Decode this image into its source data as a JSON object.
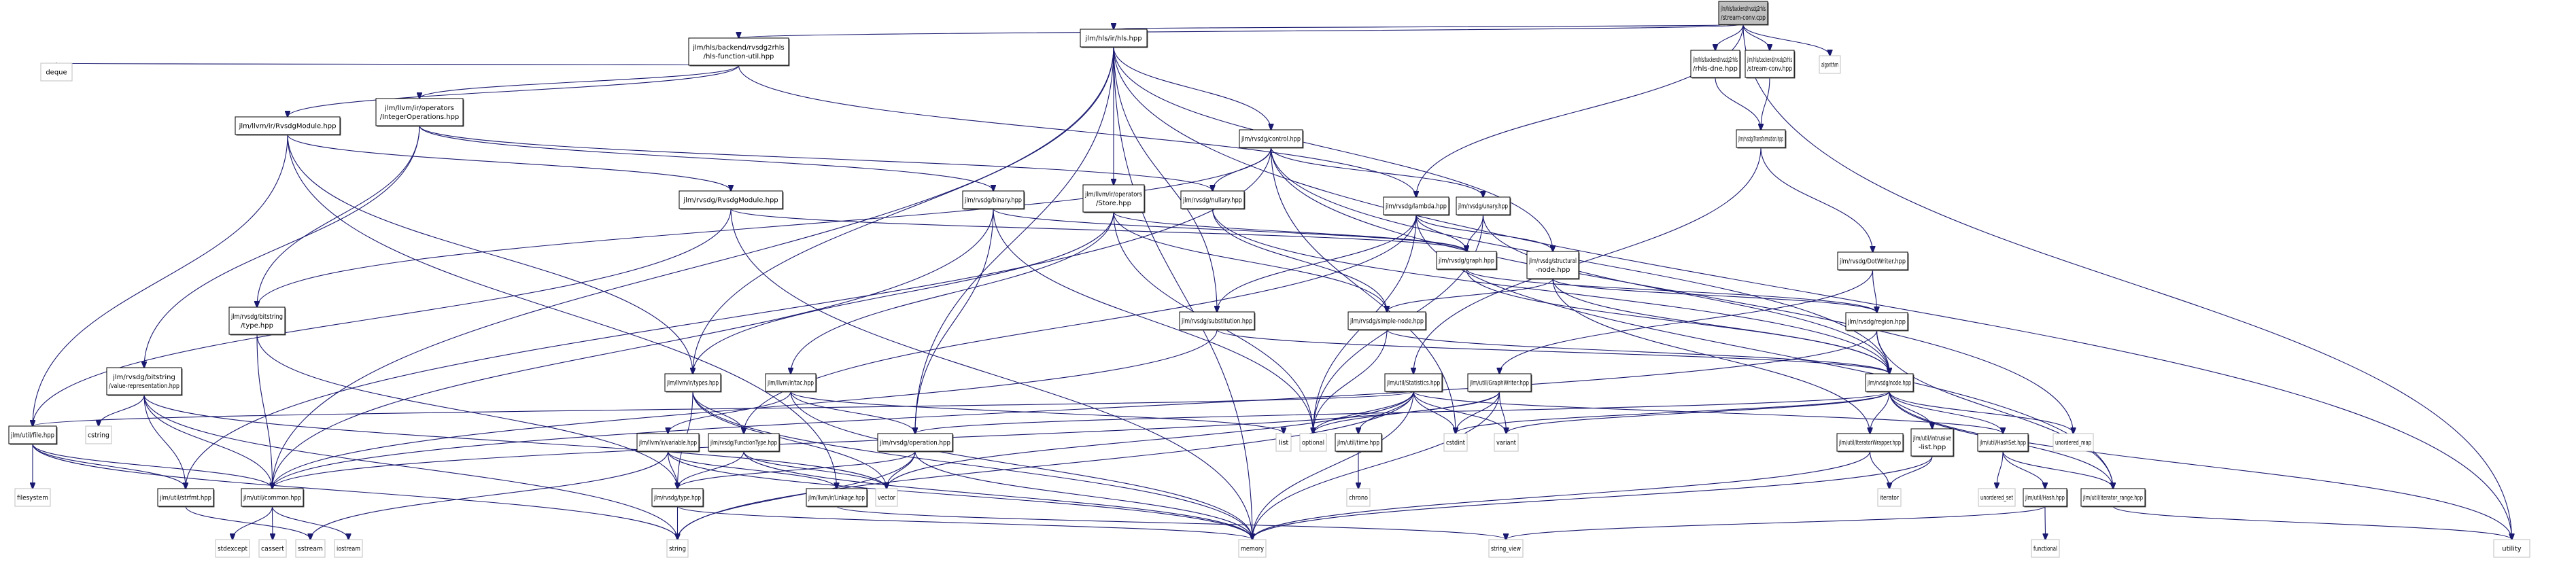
{
  "title": "jlm/hls/backend/rvsdg2rhls/stream-conv.cpp include dependency graph",
  "colors": {
    "edge": "#191970",
    "root_fill": "#bfbfbf",
    "node_border": "#000000",
    "external_border": "#bfbfbf"
  },
  "nodes": [
    {
      "id": "root",
      "kind": "root",
      "lines": [
        "jlm/hls/backend/rvsdg2rhls",
        "/stream-conv.cpp"
      ]
    },
    {
      "id": "hls_function_util",
      "kind": "local",
      "lines": [
        "jlm/hls/backend/rvsdg2rhls",
        "/hls-function-util.hpp"
      ]
    },
    {
      "id": "hls",
      "kind": "local",
      "lines": [
        "jlm/hls/ir/hls.hpp"
      ]
    },
    {
      "id": "rhls_dne",
      "kind": "local",
      "lines": [
        "jlm/hls/backend/rvsdg2rhls",
        "/rhls-dne.hpp"
      ]
    },
    {
      "id": "stream_conv_hpp",
      "kind": "local",
      "lines": [
        "jlm/hls/backend/rvsdg2rhls",
        "/stream-conv.hpp"
      ]
    },
    {
      "id": "algorithm",
      "kind": "external",
      "lines": [
        "algorithm"
      ]
    },
    {
      "id": "deque",
      "kind": "external",
      "lines": [
        "deque"
      ]
    },
    {
      "id": "llvm_rvsdgmodule",
      "kind": "local",
      "lines": [
        "jlm/llvm/ir/RvsdgModule.hpp"
      ]
    },
    {
      "id": "integer_ops",
      "kind": "local",
      "lines": [
        "jlm/llvm/ir/operators",
        "/IntegerOperations.hpp"
      ]
    },
    {
      "id": "control",
      "kind": "local",
      "lines": [
        "jlm/rvsdg/control.hpp"
      ]
    },
    {
      "id": "transformation",
      "kind": "local",
      "lines": [
        "jlm/rvsdg/Transformation.hpp"
      ]
    },
    {
      "id": "rvsdgmodule",
      "kind": "local",
      "lines": [
        "jlm/rvsdg/RvsdgModule.hpp"
      ]
    },
    {
      "id": "binary",
      "kind": "local",
      "lines": [
        "jlm/rvsdg/binary.hpp"
      ]
    },
    {
      "id": "store",
      "kind": "local",
      "lines": [
        "jlm/llvm/ir/operators",
        "/Store.hpp"
      ]
    },
    {
      "id": "nullary",
      "kind": "local",
      "lines": [
        "jlm/rvsdg/nullary.hpp"
      ]
    },
    {
      "id": "lambda",
      "kind": "local",
      "lines": [
        "jlm/rvsdg/lambda.hpp"
      ]
    },
    {
      "id": "unary",
      "kind": "local",
      "lines": [
        "jlm/rvsdg/unary.hpp"
      ]
    },
    {
      "id": "graph",
      "kind": "local",
      "lines": [
        "jlm/rvsdg/graph.hpp"
      ]
    },
    {
      "id": "structural_node",
      "kind": "local",
      "lines": [
        "jlm/rvsdg/structural",
        "-node.hpp"
      ]
    },
    {
      "id": "dotwriter",
      "kind": "local",
      "lines": [
        "jlm/rvsdg/DotWriter.hpp"
      ]
    },
    {
      "id": "bitstring_type",
      "kind": "local",
      "lines": [
        "jlm/rvsdg/bitstring",
        "/type.hpp"
      ]
    },
    {
      "id": "substitution",
      "kind": "local",
      "lines": [
        "jlm/rvsdg/substitution.hpp"
      ]
    },
    {
      "id": "simple_node",
      "kind": "local",
      "lines": [
        "jlm/rvsdg/simple-node.hpp"
      ]
    },
    {
      "id": "region",
      "kind": "local",
      "lines": [
        "jlm/rvsdg/region.hpp"
      ]
    },
    {
      "id": "value_repr",
      "kind": "local",
      "lines": [
        "jlm/rvsdg/bitstring",
        "/value-representation.hpp"
      ]
    },
    {
      "id": "llvm_types",
      "kind": "local",
      "lines": [
        "jlm/llvm/ir/types.hpp"
      ]
    },
    {
      "id": "tac",
      "kind": "local",
      "lines": [
        "jlm/llvm/ir/tac.hpp"
      ]
    },
    {
      "id": "statistics",
      "kind": "local",
      "lines": [
        "jlm/util/Statistics.hpp"
      ]
    },
    {
      "id": "graphwriter",
      "kind": "local",
      "lines": [
        "jlm/util/GraphWriter.hpp"
      ]
    },
    {
      "id": "node",
      "kind": "local",
      "lines": [
        "jlm/rvsdg/node.hpp"
      ]
    },
    {
      "id": "file",
      "kind": "local",
      "lines": [
        "jlm/util/file.hpp"
      ]
    },
    {
      "id": "cstring",
      "kind": "external",
      "lines": [
        "cstring"
      ]
    },
    {
      "id": "variable",
      "kind": "local",
      "lines": [
        "jlm/llvm/ir/variable.hpp"
      ]
    },
    {
      "id": "functiontype",
      "kind": "local",
      "lines": [
        "jlm/rvsdg/FunctionType.hpp"
      ]
    },
    {
      "id": "operation",
      "kind": "local",
      "lines": [
        "jlm/rvsdg/operation.hpp"
      ]
    },
    {
      "id": "list",
      "kind": "external",
      "lines": [
        "list"
      ]
    },
    {
      "id": "optional",
      "kind": "external",
      "lines": [
        "optional"
      ]
    },
    {
      "id": "time",
      "kind": "local",
      "lines": [
        "jlm/util/time.hpp"
      ]
    },
    {
      "id": "cstdint",
      "kind": "external",
      "lines": [
        "cstdint"
      ]
    },
    {
      "id": "variant",
      "kind": "external",
      "lines": [
        "variant"
      ]
    },
    {
      "id": "iteratorwrapper",
      "kind": "local",
      "lines": [
        "jlm/util/IteratorWrapper.hpp"
      ]
    },
    {
      "id": "intrusive_list",
      "kind": "local",
      "lines": [
        "jlm/util/intrusive",
        "-list.hpp"
      ]
    },
    {
      "id": "hashset",
      "kind": "local",
      "lines": [
        "jlm/util/HashSet.hpp"
      ]
    },
    {
      "id": "unordered_map",
      "kind": "external",
      "lines": [
        "unordered_map"
      ]
    },
    {
      "id": "filesystem",
      "kind": "external",
      "lines": [
        "filesystem"
      ]
    },
    {
      "id": "strfmt",
      "kind": "local",
      "lines": [
        "jlm/util/strfmt.hpp"
      ]
    },
    {
      "id": "common",
      "kind": "local",
      "lines": [
        "jlm/util/common.hpp"
      ]
    },
    {
      "id": "rvsdg_type",
      "kind": "local",
      "lines": [
        "jlm/rvsdg/type.hpp"
      ]
    },
    {
      "id": "linkage",
      "kind": "local",
      "lines": [
        "jlm/llvm/ir/Linkage.hpp"
      ]
    },
    {
      "id": "vector",
      "kind": "external",
      "lines": [
        "vector"
      ]
    },
    {
      "id": "chrono",
      "kind": "external",
      "lines": [
        "chrono"
      ]
    },
    {
      "id": "iterator",
      "kind": "external",
      "lines": [
        "iterator"
      ]
    },
    {
      "id": "unordered_set",
      "kind": "external",
      "lines": [
        "unordered_set"
      ]
    },
    {
      "id": "hash",
      "kind": "local",
      "lines": [
        "jlm/util/Hash.hpp"
      ]
    },
    {
      "id": "iterator_range",
      "kind": "local",
      "lines": [
        "jlm/util/iterator_range.hpp"
      ]
    },
    {
      "id": "stdexcept",
      "kind": "external",
      "lines": [
        "stdexcept"
      ]
    },
    {
      "id": "cassert",
      "kind": "external",
      "lines": [
        "cassert"
      ]
    },
    {
      "id": "sstream",
      "kind": "external",
      "lines": [
        "sstream"
      ]
    },
    {
      "id": "iostream",
      "kind": "external",
      "lines": [
        "iostream"
      ]
    },
    {
      "id": "string",
      "kind": "external",
      "lines": [
        "string"
      ]
    },
    {
      "id": "memory",
      "kind": "external",
      "lines": [
        "memory"
      ]
    },
    {
      "id": "string_view",
      "kind": "external",
      "lines": [
        "string_view"
      ]
    },
    {
      "id": "functional",
      "kind": "external",
      "lines": [
        "functional"
      ]
    },
    {
      "id": "utility",
      "kind": "external",
      "lines": [
        "utility"
      ]
    }
  ],
  "edges": [
    [
      "root",
      "hls_function_util"
    ],
    [
      "root",
      "hls"
    ],
    [
      "root",
      "rhls_dne"
    ],
    [
      "root",
      "stream_conv_hpp"
    ],
    [
      "root",
      "algorithm"
    ],
    [
      "root",
      "lambda"
    ],
    [
      "root",
      "utility"
    ],
    [
      "hls_function_util",
      "deque"
    ],
    [
      "hls_function_util",
      "llvm_rvsdgmodule"
    ],
    [
      "hls_function_util",
      "integer_ops"
    ],
    [
      "hls_function_util",
      "lambda"
    ],
    [
      "rhls_dne",
      "transformation"
    ],
    [
      "stream_conv_hpp",
      "transformation"
    ],
    [
      "hls",
      "control"
    ],
    [
      "hls",
      "store"
    ],
    [
      "hls",
      "structural_node"
    ],
    [
      "hls",
      "llvm_types"
    ],
    [
      "hls",
      "substitution"
    ],
    [
      "hls",
      "operation"
    ],
    [
      "hls",
      "common"
    ],
    [
      "hls",
      "memory"
    ],
    [
      "hls",
      "utility"
    ],
    [
      "llvm_rvsdgmodule",
      "rvsdgmodule"
    ],
    [
      "llvm_rvsdgmodule",
      "file"
    ],
    [
      "llvm_rvsdgmodule",
      "llvm_types"
    ],
    [
      "llvm_rvsdgmodule",
      "linkage"
    ],
    [
      "integer_ops",
      "binary"
    ],
    [
      "integer_ops",
      "nullary"
    ],
    [
      "integer_ops",
      "bitstring_type"
    ],
    [
      "integer_ops",
      "value_repr"
    ],
    [
      "control",
      "nullary"
    ],
    [
      "control",
      "unary"
    ],
    [
      "control",
      "bitstring_type"
    ],
    [
      "control",
      "node"
    ],
    [
      "control",
      "cstdint"
    ],
    [
      "control",
      "strfmt"
    ],
    [
      "control",
      "unordered_map"
    ],
    [
      "transformation",
      "dotwriter"
    ],
    [
      "transformation",
      "statistics"
    ],
    [
      "rvsdgmodule",
      "graph"
    ],
    [
      "rvsdgmodule",
      "file"
    ],
    [
      "rvsdgmodule",
      "memory"
    ],
    [
      "binary",
      "graph"
    ],
    [
      "binary",
      "operation"
    ],
    [
      "binary",
      "optional"
    ],
    [
      "binary",
      "common"
    ],
    [
      "store",
      "llvm_types"
    ],
    [
      "store",
      "tac"
    ],
    [
      "store",
      "simple_node"
    ],
    [
      "store",
      "optional"
    ],
    [
      "store",
      "graph"
    ],
    [
      "nullary",
      "simple_node"
    ],
    [
      "nullary",
      "node"
    ],
    [
      "lambda",
      "graph"
    ],
    [
      "lambda",
      "structural_node"
    ],
    [
      "lambda",
      "substitution"
    ],
    [
      "lambda",
      "functiontype"
    ],
    [
      "lambda",
      "optional"
    ],
    [
      "lambda",
      "iterator_range"
    ],
    [
      "unary",
      "graph"
    ],
    [
      "unary",
      "node"
    ],
    [
      "unary",
      "optional"
    ],
    [
      "graph",
      "region"
    ],
    [
      "graph",
      "node"
    ],
    [
      "structural_node",
      "region"
    ],
    [
      "structural_node",
      "node"
    ],
    [
      "structural_node",
      "simple_node"
    ],
    [
      "structural_node",
      "iteratorwrapper"
    ],
    [
      "dotwriter",
      "region"
    ],
    [
      "dotwriter",
      "graphwriter"
    ],
    [
      "bitstring_type",
      "rvsdg_type"
    ],
    [
      "bitstring_type",
      "common"
    ],
    [
      "substitution",
      "node"
    ],
    [
      "substitution",
      "common"
    ],
    [
      "simple_node",
      "node"
    ],
    [
      "simple_node",
      "optional"
    ],
    [
      "region",
      "node"
    ],
    [
      "region",
      "common"
    ],
    [
      "region",
      "iterator_range"
    ],
    [
      "value_repr",
      "cstring"
    ],
    [
      "value_repr",
      "strfmt"
    ],
    [
      "value_repr",
      "common"
    ],
    [
      "value_repr",
      "string"
    ],
    [
      "value_repr",
      "vector"
    ],
    [
      "llvm_types",
      "functiontype"
    ],
    [
      "llvm_types",
      "rvsdg_type"
    ],
    [
      "llvm_types",
      "vector"
    ],
    [
      "llvm_types",
      "memory"
    ],
    [
      "tac",
      "variable"
    ],
    [
      "tac",
      "operation"
    ],
    [
      "tac",
      "list"
    ],
    [
      "tac",
      "memory"
    ],
    [
      "statistics",
      "file"
    ],
    [
      "statistics",
      "time"
    ],
    [
      "statistics",
      "cstdint"
    ],
    [
      "statistics",
      "variant"
    ],
    [
      "statistics",
      "hashset"
    ],
    [
      "statistics",
      "optional"
    ],
    [
      "statistics",
      "memory"
    ],
    [
      "statistics",
      "string"
    ],
    [
      "statistics",
      "vector"
    ],
    [
      "graphwriter",
      "cstdint"
    ],
    [
      "graphwriter",
      "variant"
    ],
    [
      "graphwriter",
      "optional"
    ],
    [
      "graphwriter",
      "memory"
    ],
    [
      "graphwriter",
      "common"
    ],
    [
      "node",
      "operation"
    ],
    [
      "node",
      "iteratorwrapper"
    ],
    [
      "node",
      "intrusive_list"
    ],
    [
      "node",
      "hashset"
    ],
    [
      "node",
      "cstdint"
    ],
    [
      "node",
      "variant"
    ],
    [
      "node",
      "unordered_map"
    ],
    [
      "node",
      "iterator_range"
    ],
    [
      "node",
      "utility"
    ],
    [
      "file",
      "filesystem"
    ],
    [
      "file",
      "strfmt"
    ],
    [
      "file",
      "common"
    ],
    [
      "file",
      "string"
    ],
    [
      "variable",
      "rvsdg_type"
    ],
    [
      "variable",
      "linkage"
    ],
    [
      "variable",
      "sstream"
    ],
    [
      "variable",
      "memory"
    ],
    [
      "functiontype",
      "rvsdg_type"
    ],
    [
      "functiontype",
      "vector"
    ],
    [
      "functiontype",
      "memory"
    ],
    [
      "operation",
      "rvsdg_type"
    ],
    [
      "operation",
      "vector"
    ],
    [
      "operation",
      "memory"
    ],
    [
      "operation",
      "string"
    ],
    [
      "time",
      "chrono"
    ],
    [
      "iteratorwrapper",
      "iterator"
    ],
    [
      "iteratorwrapper",
      "memory"
    ],
    [
      "intrusive_list",
      "iterator"
    ],
    [
      "intrusive_list",
      "memory"
    ],
    [
      "hashset",
      "unordered_set"
    ],
    [
      "hashset",
      "hash"
    ],
    [
      "hashset",
      "iterator_range"
    ],
    [
      "hash",
      "functional"
    ],
    [
      "hash",
      "string_view"
    ],
    [
      "iterator_range",
      "utility"
    ],
    [
      "strfmt",
      "sstream"
    ],
    [
      "common",
      "stdexcept"
    ],
    [
      "common",
      "cassert"
    ],
    [
      "common",
      "iostream"
    ],
    [
      "rvsdg_type",
      "string"
    ],
    [
      "rvsdg_type",
      "memory"
    ],
    [
      "linkage",
      "string_view"
    ]
  ]
}
